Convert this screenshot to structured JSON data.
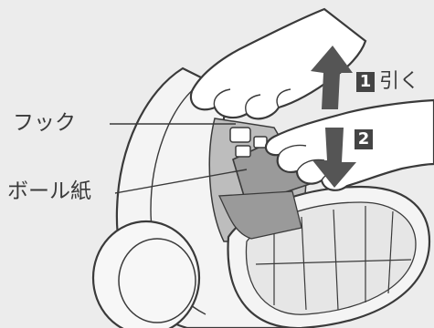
{
  "labels": {
    "hook": "フック",
    "paper_bag": "ボール紙"
  },
  "steps": [
    {
      "number": "1",
      "text": "引く"
    },
    {
      "number": "2",
      "text": ""
    }
  ],
  "colors": {
    "background": "#ececec",
    "outline": "#3a3a3a",
    "hand_fill": "#ffffff",
    "body_fill": "#f4f4f4",
    "shadow_fill": "#9a9a9a",
    "arrow_fill": "#555555"
  }
}
